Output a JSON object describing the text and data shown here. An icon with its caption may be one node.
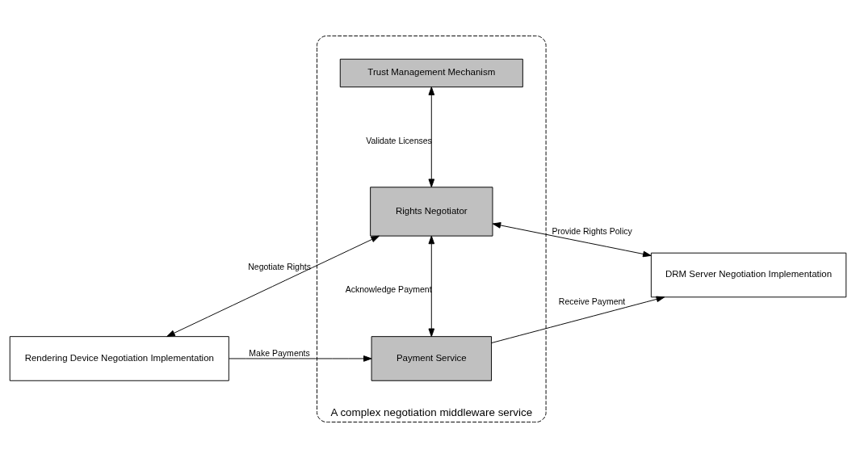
{
  "diagram": {
    "nodes": [
      {
        "text": [
          "A complex negotiation middleware service"
        ]
      },
      {
        "text": [
          "Trust Management Mechanism"
        ],
        "in": 0
      },
      {
        "text": [
          "Rights Negotiator"
        ],
        "in": 0
      },
      {
        "text": [
          "Payment Service"
        ],
        "in": 0
      },
      {
        "text": [
          "DRM Server Negotiation Implementation"
        ]
      },
      {
        "text": [
          "Rendering Device Negotiation Implementation"
        ]
      }
    ],
    "edges": [
      {
        "from": 1,
        "to": 2,
        "arrow": "both",
        "label": "Validate Licenses"
      },
      {
        "from": 2,
        "to": 4,
        "arrow": "both",
        "label": "Provide Rights Policy"
      },
      {
        "from": 2,
        "to": 5,
        "arrow": "both",
        "label": "Negotiate Rights"
      },
      {
        "from": 2,
        "to": 3,
        "arrow": "both",
        "label": "Acknowledge Payment"
      },
      {
        "from": 3,
        "to": 4,
        "arrow": "to",
        "label": "Receive Payment"
      },
      {
        "from": 5,
        "to": 3,
        "arrow": "to",
        "label": "Make Payments"
      }
    ]
  }
}
